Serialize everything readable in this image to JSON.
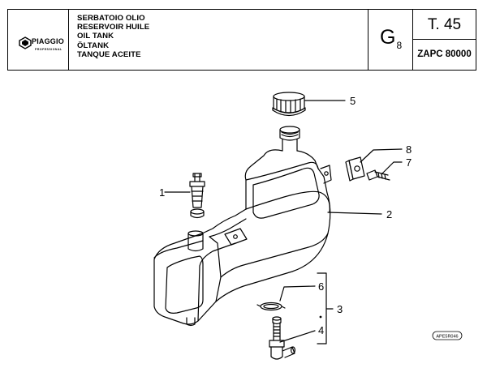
{
  "header": {
    "logo_text": "PIAGGIO",
    "logo_subtext": "PROFESSIONAL",
    "titles": [
      "SERBATOIO OLIO",
      "RESERVOIR HUILE",
      "OIL TANK",
      "ÖLTANK",
      "TANQUE ACEITE"
    ],
    "group_letter": "G",
    "group_index": "8",
    "table_number": "T. 45",
    "model": "ZAPC 80000"
  },
  "parts": [
    {
      "number": "1",
      "name": "oil-level-dipstick"
    },
    {
      "number": "2",
      "name": "oil-tank"
    },
    {
      "number": "3",
      "name": "outlet-assembly"
    },
    {
      "number": "4",
      "name": "outlet-fitting"
    },
    {
      "number": "5",
      "name": "filler-cap"
    },
    {
      "number": "6",
      "name": "clip"
    },
    {
      "number": "7",
      "name": "screw"
    },
    {
      "number": "8",
      "name": "bracket-nut"
    }
  ],
  "reference_code": "APE5R046"
}
